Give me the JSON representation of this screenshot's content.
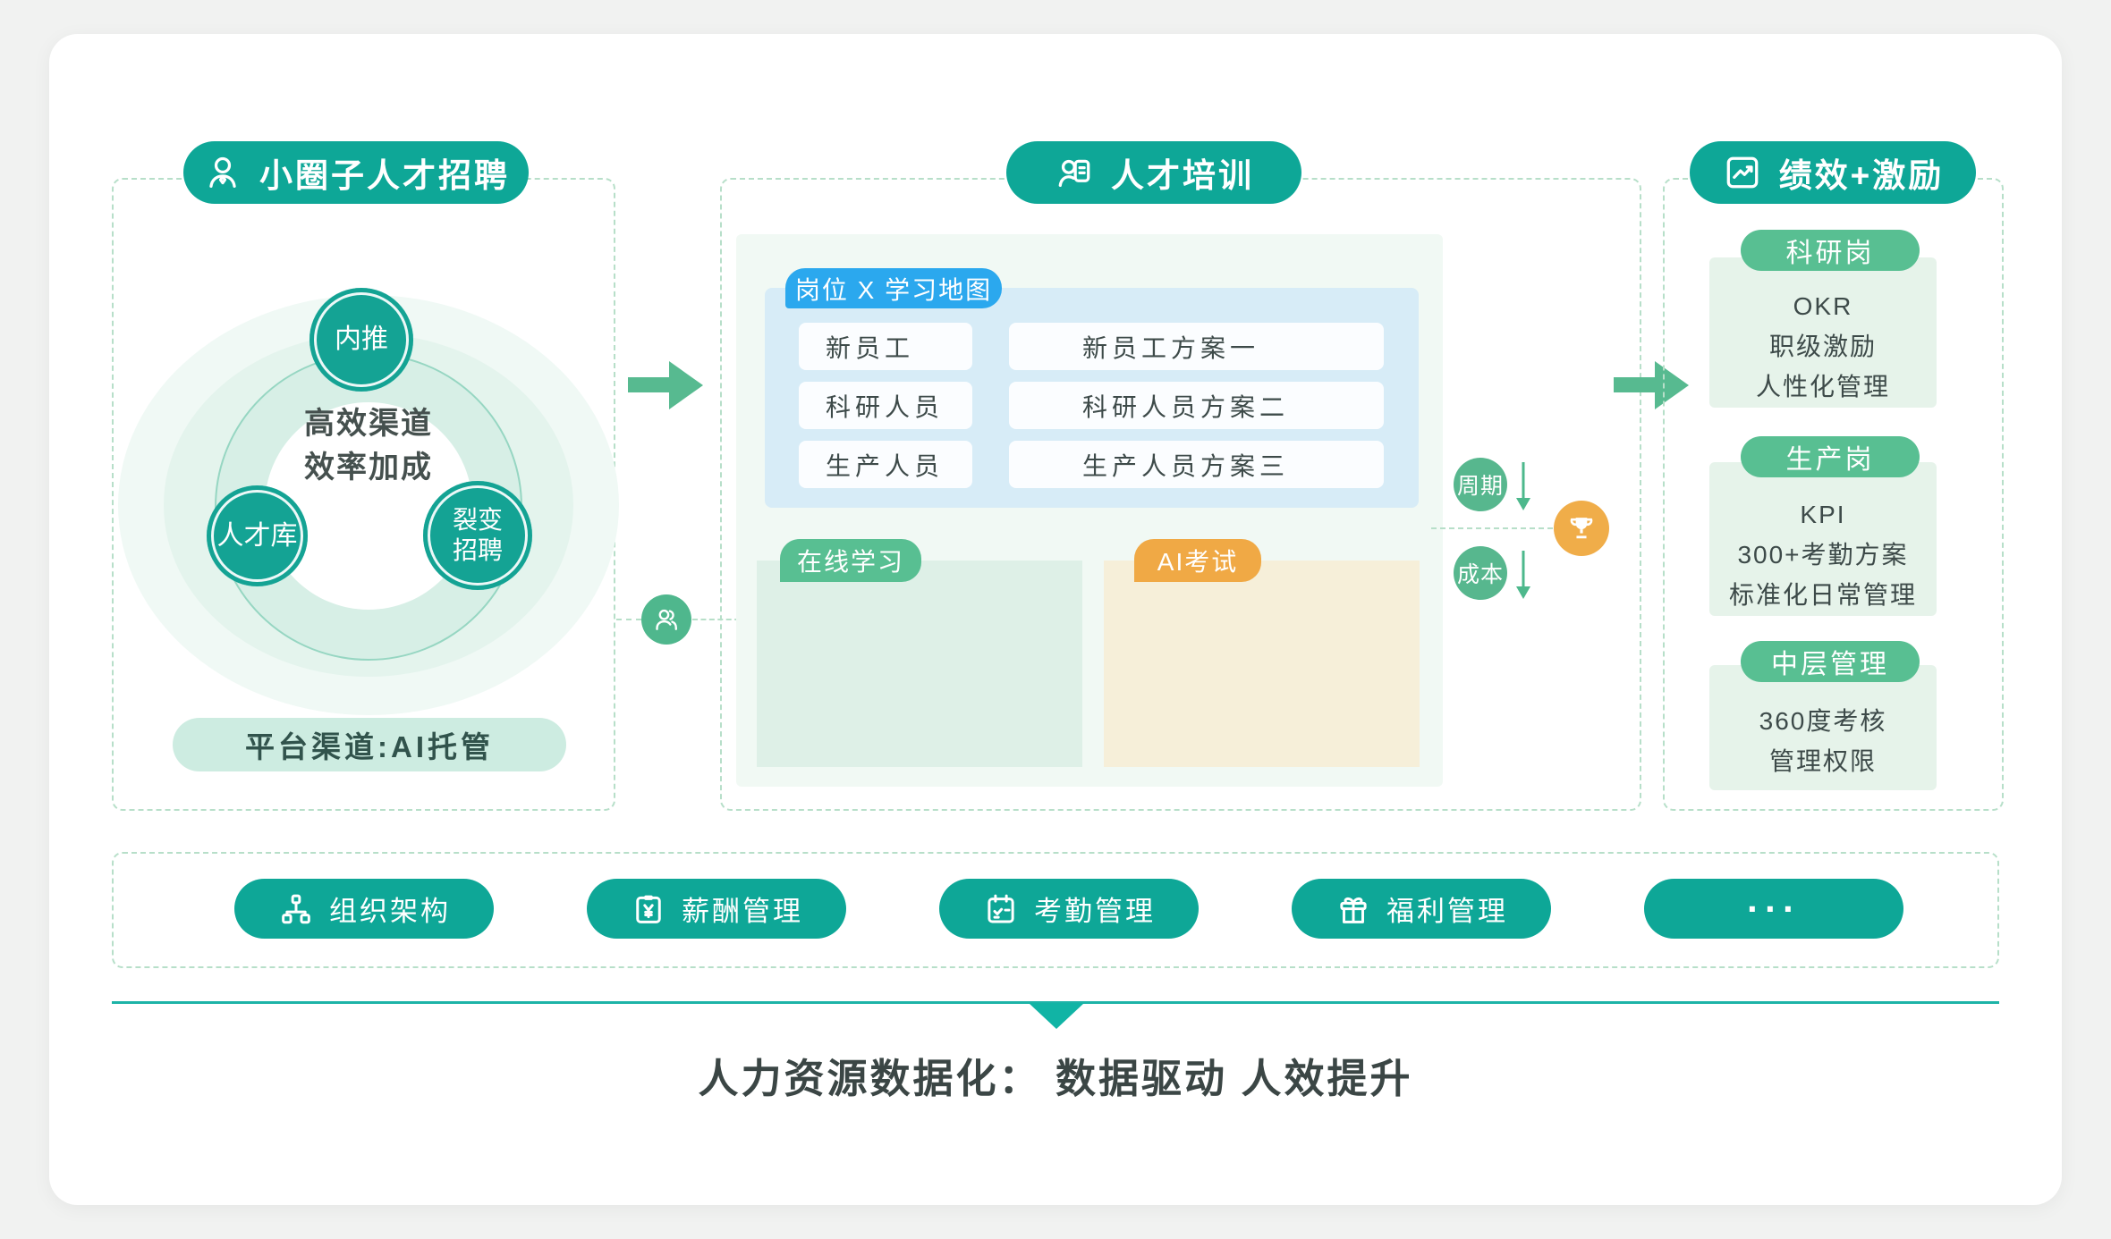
{
  "colors": {
    "teal": "#0ea797",
    "soft_green": "#58bf92",
    "blue": "#2ba8ee",
    "orange": "#f0a945",
    "dashed_border": "#b7dfc9"
  },
  "recruiting": {
    "badge": "小圈子人才招聘",
    "nodes": {
      "top": "内推",
      "left": "人才库",
      "right": "裂变招聘"
    },
    "center_lines": [
      "高效渠道",
      "效率加成"
    ],
    "bottom_pill": "平台渠道:AI托管"
  },
  "training": {
    "badge": "人才培训",
    "map_tab": "岗位 X 学习地图",
    "rows": [
      {
        "role": "新员工",
        "plan": "新员工方案一"
      },
      {
        "role": "科研人员",
        "plan": "科研人员方案二"
      },
      {
        "role": "生产人员",
        "plan": "生产人员方案三"
      }
    ],
    "online_label": "在线学习",
    "ai_exam_label": "AI考试",
    "metrics": {
      "cycle": "周期",
      "cost": "成本"
    }
  },
  "performance": {
    "badge": "绩效+激励",
    "groups": [
      {
        "title": "科研岗",
        "items": [
          "OKR",
          "职级激励",
          "人性化管理"
        ]
      },
      {
        "title": "生产岗",
        "items": [
          "KPI",
          "300+考勤方案",
          "标准化日常管理"
        ]
      },
      {
        "title": "中层管理",
        "items": [
          "360度考核",
          "管理权限"
        ]
      }
    ]
  },
  "modules": [
    {
      "label": "组织架构"
    },
    {
      "label": "薪酬管理"
    },
    {
      "label": "考勤管理"
    },
    {
      "label": "福利管理"
    },
    {
      "label": "···"
    }
  ],
  "footer": {
    "title": "人力资源数据化： 数据驱动 人效提升"
  }
}
